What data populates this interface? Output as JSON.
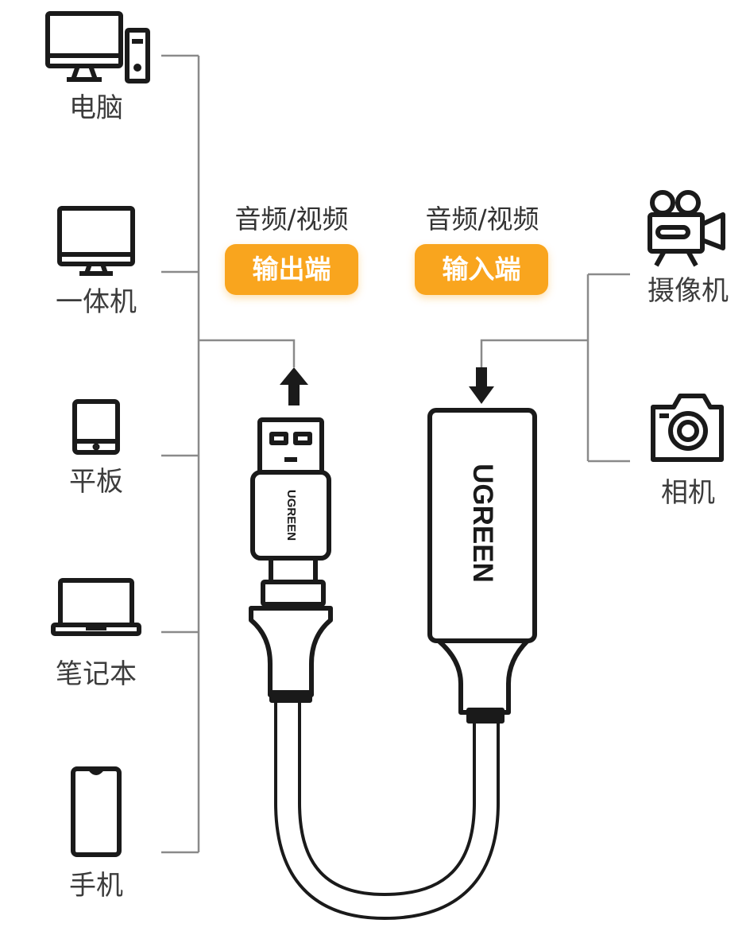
{
  "devices_left": [
    {
      "label": "电脑",
      "icon": "desktop-computer-icon"
    },
    {
      "label": "一体机",
      "icon": "all-in-one-monitor-icon"
    },
    {
      "label": "平板",
      "icon": "tablet-icon"
    },
    {
      "label": "笔记本",
      "icon": "laptop-icon"
    },
    {
      "label": "手机",
      "icon": "phone-icon"
    }
  ],
  "devices_right": [
    {
      "label": "摄像机",
      "icon": "video-camera-icon"
    },
    {
      "label": "相机",
      "icon": "photo-camera-icon"
    }
  ],
  "output": {
    "subtitle": "音频/视频",
    "badge": "输出端"
  },
  "input": {
    "subtitle": "音频/视频",
    "badge": "输入端"
  },
  "brand": "UGREEN",
  "colors": {
    "accent": "#f9a51e",
    "line": "#8a8a8a",
    "stroke": "#1a1a1a"
  }
}
